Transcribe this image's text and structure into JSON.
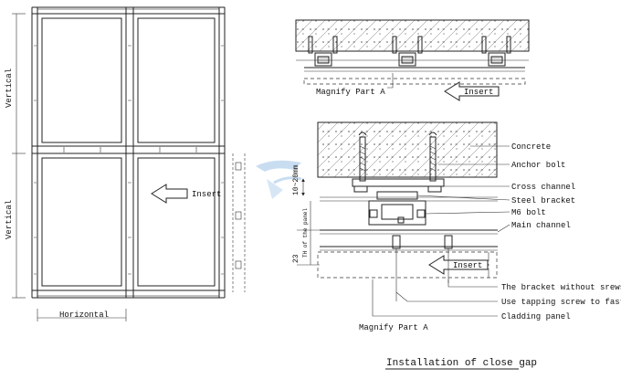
{
  "left_elevation": {
    "vertical_label_top": "Vertical",
    "vertical_label_bottom": "Vertical",
    "horizontal_label": "Horizontal",
    "insert_label": "Insert"
  },
  "top_detail": {
    "magnify_label": "Magnify Part A",
    "insert_label": "Insert"
  },
  "section": {
    "dim_gap": "10~20mm",
    "dim_small": "23",
    "dim_thickness_note": "TH of the panel",
    "insert_label": "Insert",
    "magnify_label": "Magnify Part A",
    "callouts": [
      "Concrete",
      "Anchor bolt",
      "Cross channel",
      "Steel bracket",
      "M6 bolt",
      "Main channel",
      "The bracket without srews",
      "Use tapping screw to fasten",
      "Cladding panel"
    ]
  },
  "caption": "Installation of close gap",
  "colors": {
    "line": "#222222",
    "watermark": "#9ec3e6"
  }
}
